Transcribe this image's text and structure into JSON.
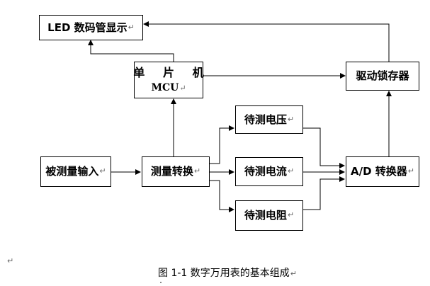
{
  "blocks": {
    "led_display": "LED 数码管显示",
    "mcu_title": "单 片 机",
    "mcu_sub": "MCU",
    "driver_latch": "驱动锁存器",
    "voltage": "待测电压",
    "current": "待测电流",
    "resistance": "待测电阻",
    "measured_input": "被测量输入",
    "measure_convert": "测量转换",
    "adc": "A/D 转换器"
  },
  "paragraph_mark": "↵",
  "caption": "图 1-1 数字万用表的基本组成"
}
